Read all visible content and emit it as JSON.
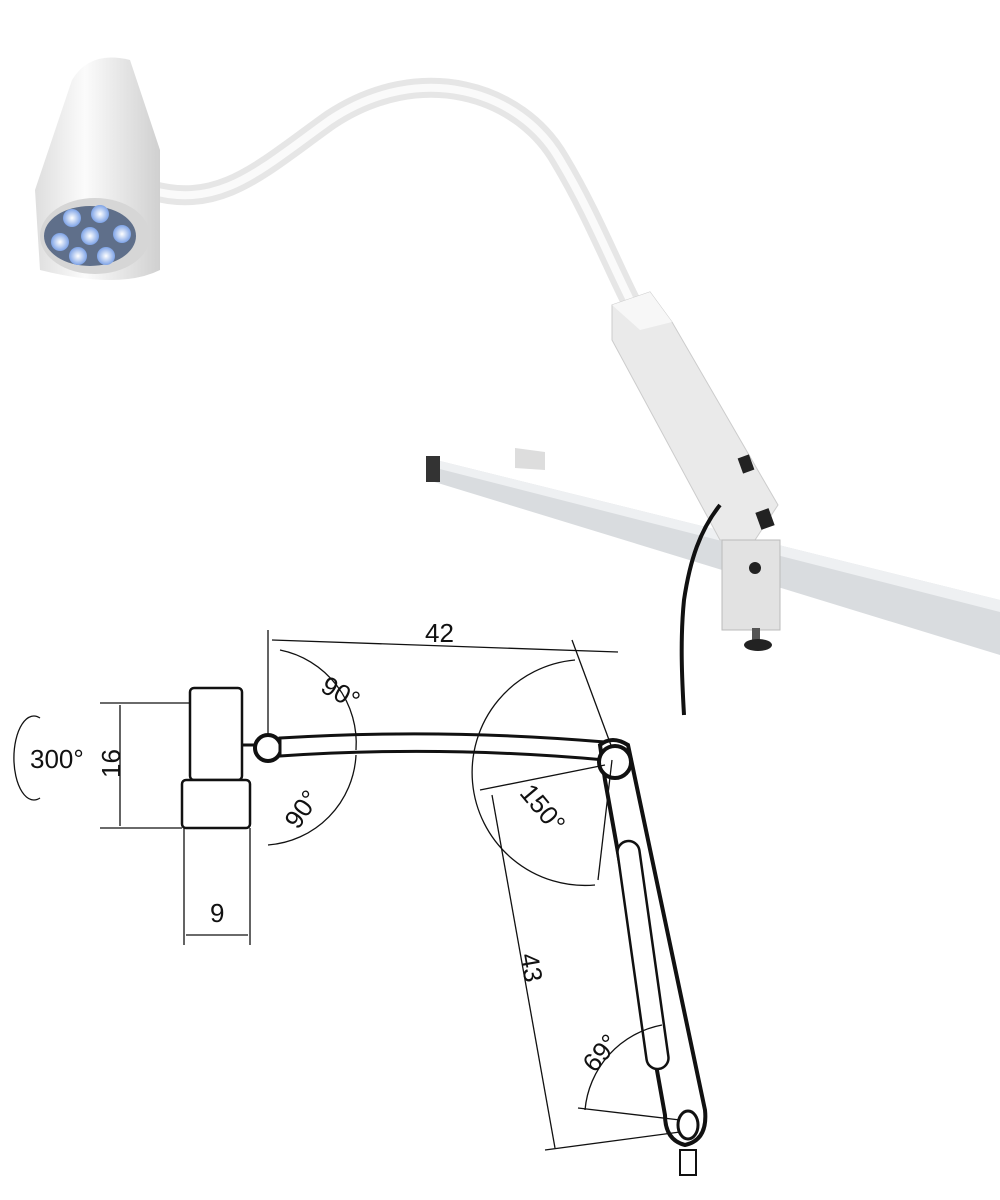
{
  "dimensions": {
    "arm_length": "42",
    "head_tilt_up": "90°",
    "head_tilt_down": "90°",
    "head_rotation": "300°",
    "head_height": "16",
    "head_width": "9",
    "arm_joint_angle": "150°",
    "base_arm_length": "43",
    "base_arm_angle": "69°"
  },
  "colors": {
    "lamp_body": "#f2f2f2",
    "led": "#b8cff5",
    "rail": "#d9dcdf",
    "cable": "#111111"
  }
}
